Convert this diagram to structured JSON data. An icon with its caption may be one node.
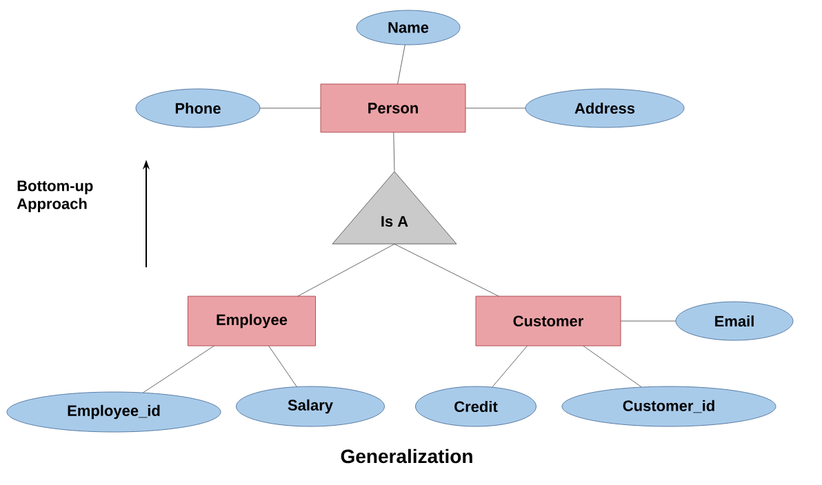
{
  "diagram": {
    "caption": "Generalization",
    "nodes": [
      {
        "text": [
          "Name"
        ]
      },
      {
        "text": [
          "Phone"
        ]
      },
      {
        "text": [
          "Person"
        ]
      },
      {
        "text": [
          "Address"
        ]
      },
      {
        "text": [
          "Is A"
        ]
      },
      {
        "text": [
          "Employee"
        ]
      },
      {
        "text": [
          "Customer"
        ]
      },
      {
        "text": [
          "Email"
        ]
      },
      {
        "text": [
          "Employee_id"
        ]
      },
      {
        "text": [
          "Salary"
        ]
      },
      {
        "text": [
          "Credit"
        ]
      },
      {
        "text": [
          "Customer_id"
        ]
      }
    ],
    "edges": [
      {
        "from": 0,
        "to": 2,
        "arrow": "none"
      },
      {
        "from": 1,
        "to": 2,
        "arrow": "none"
      },
      {
        "from": 2,
        "to": 3,
        "arrow": "none"
      },
      {
        "from": 2,
        "to": 4,
        "arrow": "none"
      },
      {
        "from": 4,
        "to": 5,
        "arrow": "none"
      },
      {
        "from": 4,
        "to": 6,
        "arrow": "none"
      },
      {
        "from": 6,
        "to": 7,
        "arrow": "none"
      },
      {
        "from": 5,
        "to": 8,
        "arrow": "none"
      },
      {
        "from": 5,
        "to": 9,
        "arrow": "none"
      },
      {
        "from": 6,
        "to": 10,
        "arrow": "none"
      },
      {
        "from": 6,
        "to": 11,
        "arrow": "none"
      }
    ],
    "labels": [
      "Bottom-up Approach"
    ]
  }
}
